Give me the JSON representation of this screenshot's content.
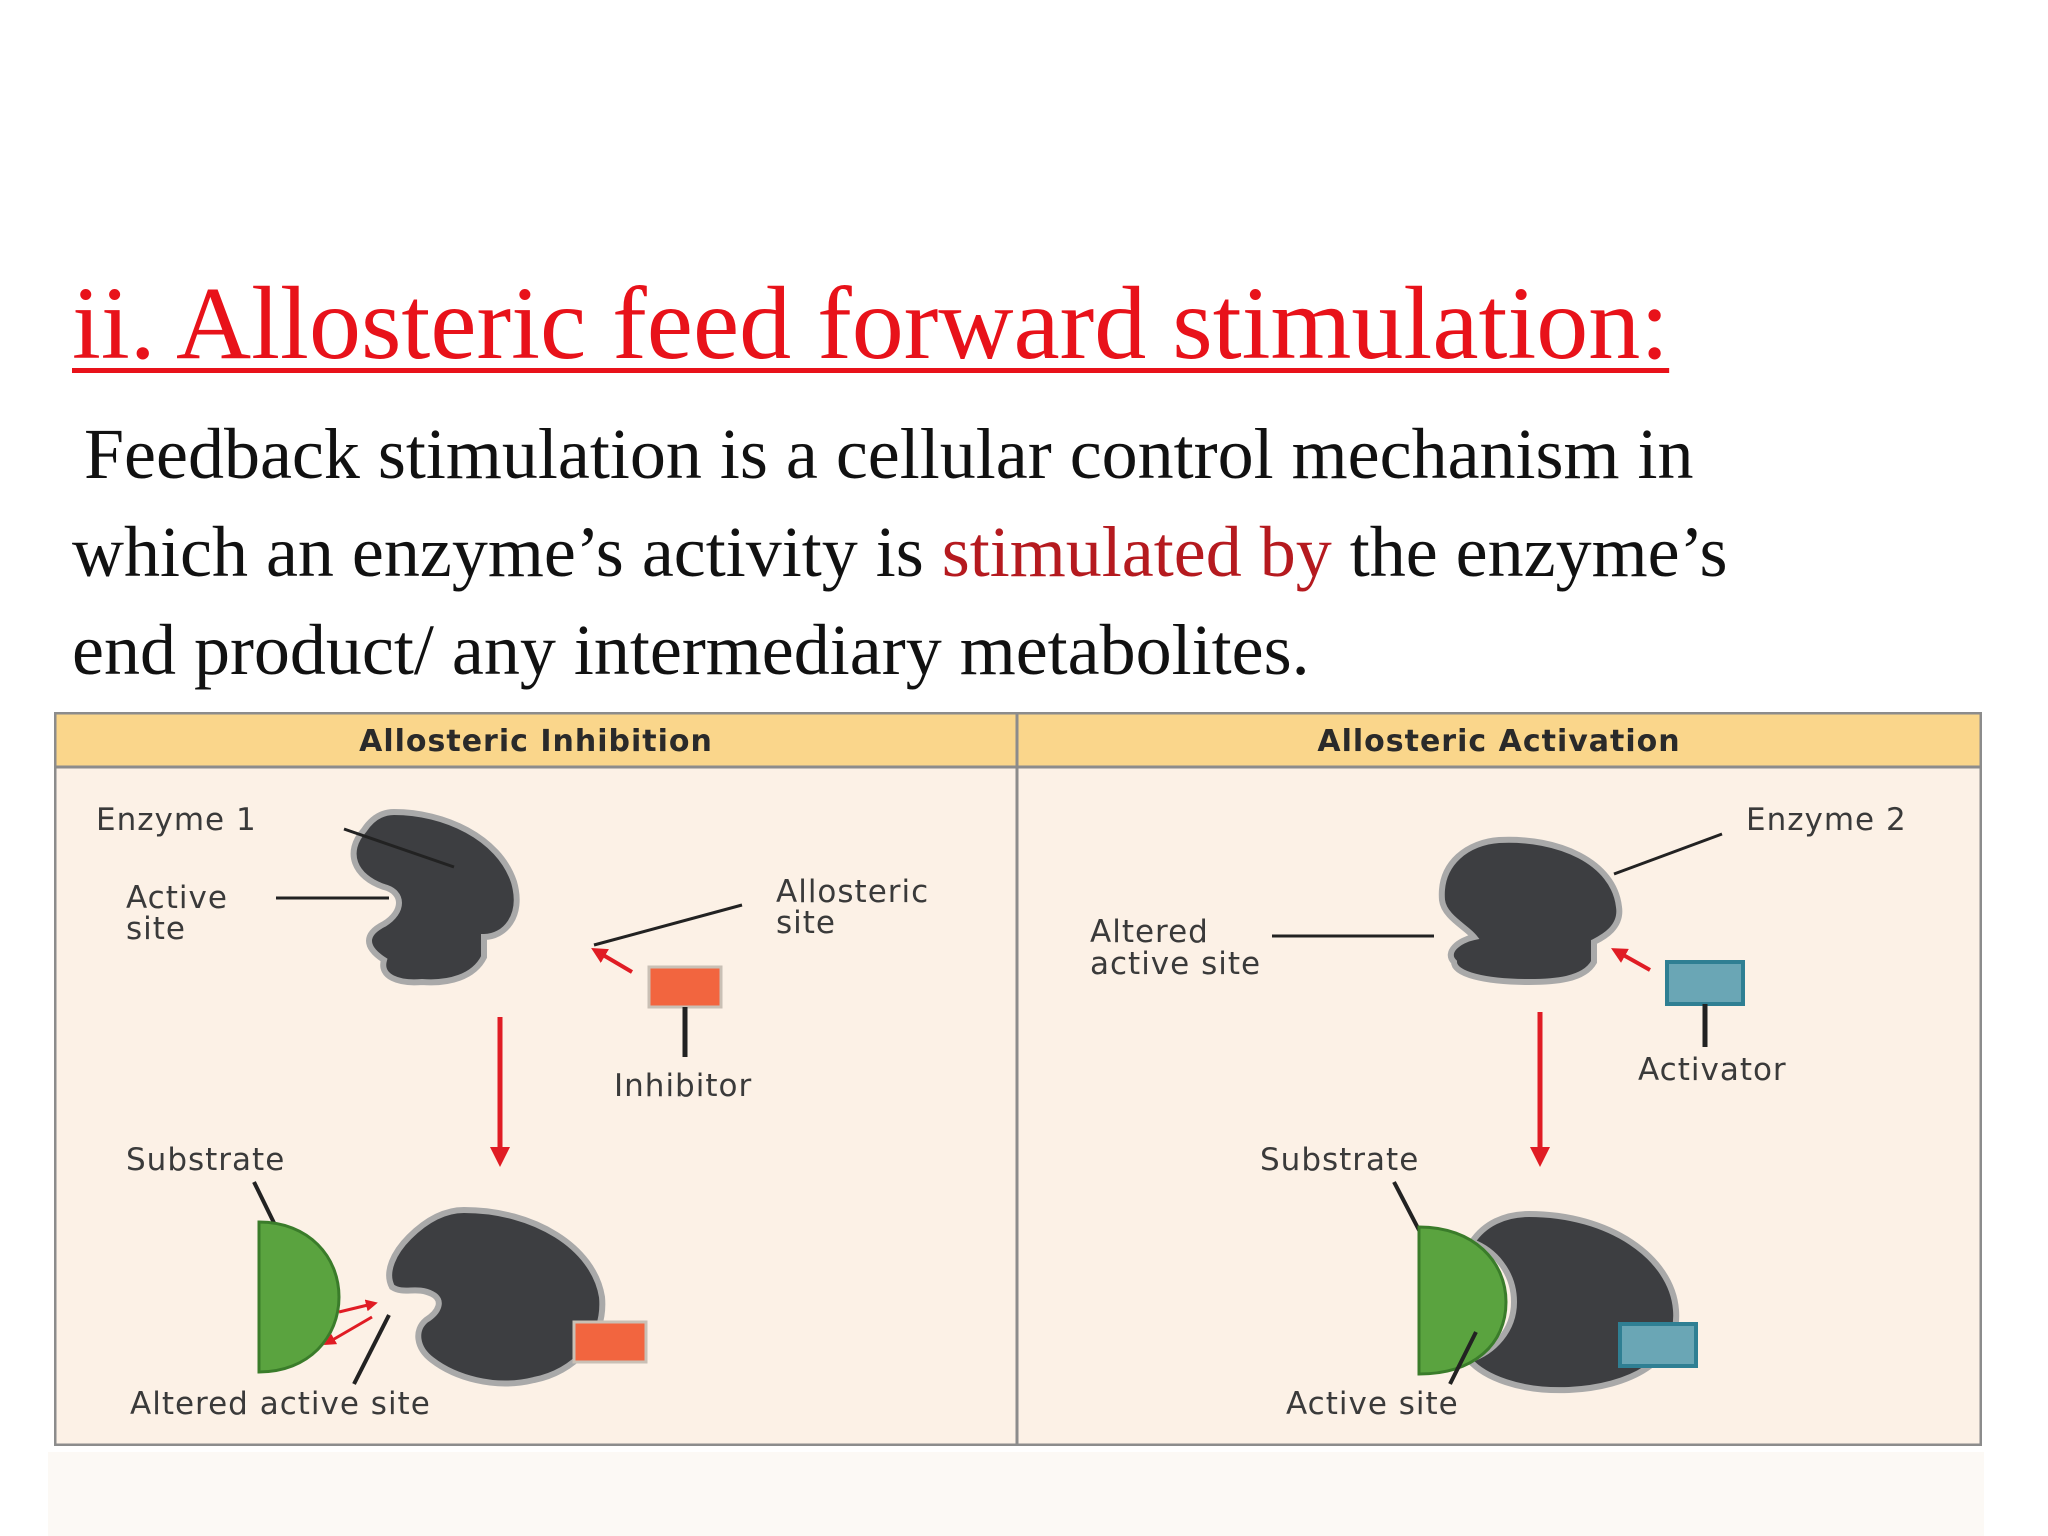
{
  "slide": {
    "title": "ii. Allosteric feed forward stimulation:",
    "body": {
      "line1": "Feedback stimulation is a cellular control mechanism in",
      "line2_pre": "which an enzyme’s activity is ",
      "line2_highlight": "stimulated by",
      "line2_post": " the enzyme’s",
      "line3": "end product/ any intermediary metabolites."
    }
  },
  "figure": {
    "inhibition_panel": {
      "header": "Allosteric Inhibition",
      "enzyme_label": "Enzyme 1",
      "active_site_label_1": "Active",
      "active_site_label_2": "site",
      "allosteric_site_label_1": "Allosteric",
      "allosteric_site_label_2": "site",
      "inhibitor_label": "Inhibitor",
      "substrate_label": "Substrate",
      "altered_active_site_label": "Altered active site"
    },
    "activation_panel": {
      "header": "Allosteric Activation",
      "enzyme_label": "Enzyme 2",
      "altered_label_1": "Altered",
      "altered_label_2": "active site",
      "activator_label": "Activator",
      "substrate_label": "Substrate",
      "active_site_label": "Active site"
    },
    "colors": {
      "panel_bg": "#fcf1e6",
      "header_bg": "#fad68b",
      "enzyme": "#3d3e41",
      "enzyme_outline": "#a9a9a9",
      "inhibitor": "#f2653f",
      "activator": "#6aa6b5",
      "substrate": "#5aa33f",
      "arrow": "#e01c24"
    }
  }
}
